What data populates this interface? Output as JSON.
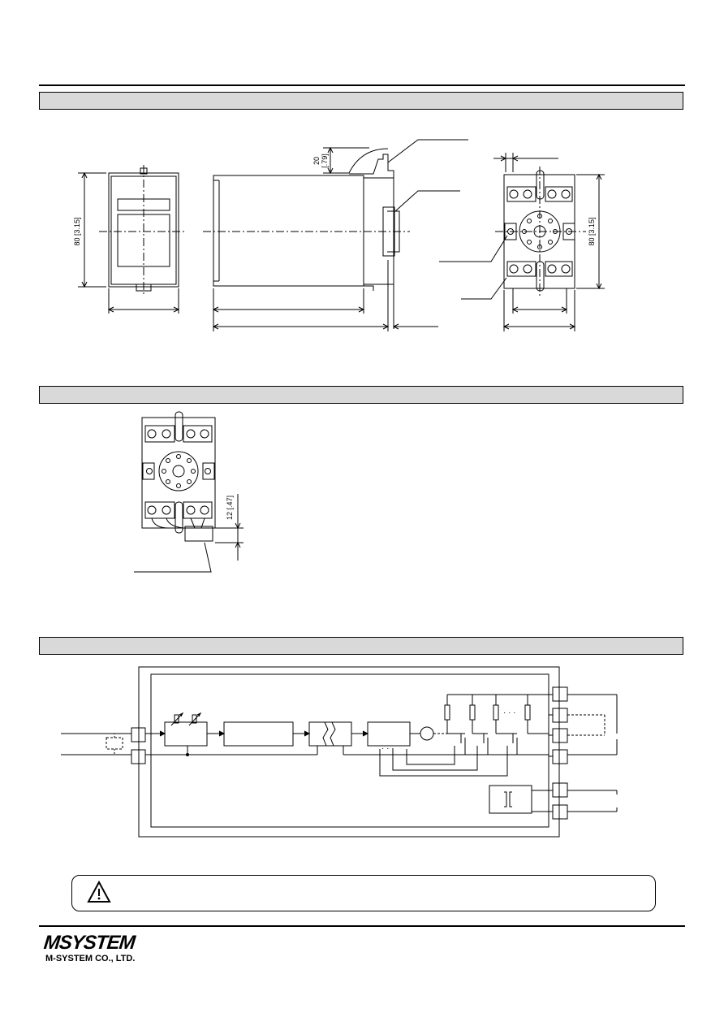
{
  "dimension_labels": {
    "height_left": "80 [3.15]",
    "height_right": "80 [3.15]",
    "rail_clearance": "20",
    "rail_clearance_inch": "[.79]",
    "wiring_clearance": "12 [.47]"
  },
  "logo": {
    "mark": "MSYSTEM",
    "company": "M-SYSTEM CO., LTD."
  },
  "icons": {
    "warning": "warning-triangle-icon"
  }
}
